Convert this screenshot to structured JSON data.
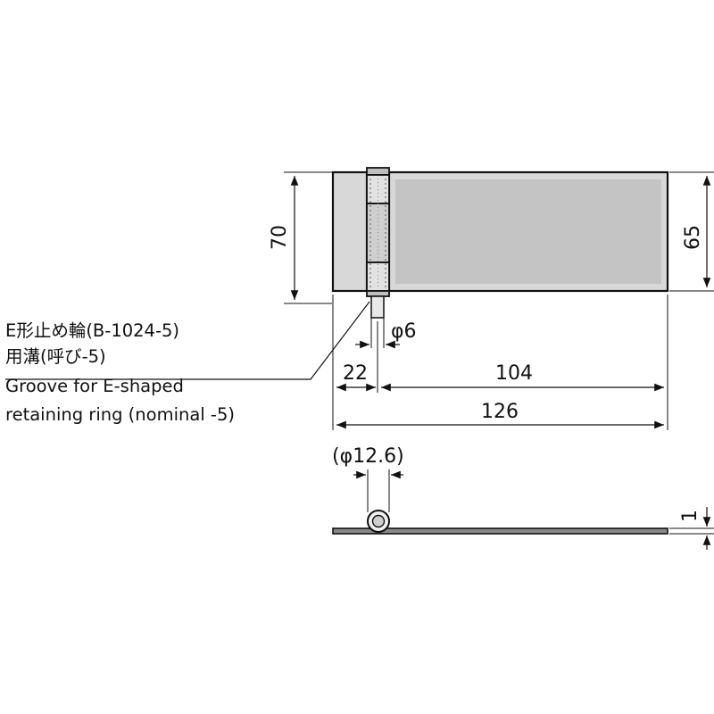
{
  "note": {
    "line1": "E形止め輪(B-1024-5)",
    "line2": "用溝(呼び-5)",
    "line3": "Groove for E-shaped",
    "line4": "retaining ring (nominal -5)"
  },
  "dimensions": {
    "height_total": "70",
    "height_leaf": "65",
    "pin_diameter": "φ6",
    "left_leaf_width": "22",
    "right_leaf_width": "104",
    "total_width": "126",
    "knuckle_diameter": "(φ12.6)",
    "thickness": "1"
  },
  "colors": {
    "line": "#111111",
    "fill_gray": "#c9c9c9",
    "fill_light": "#e6e6e6"
  }
}
